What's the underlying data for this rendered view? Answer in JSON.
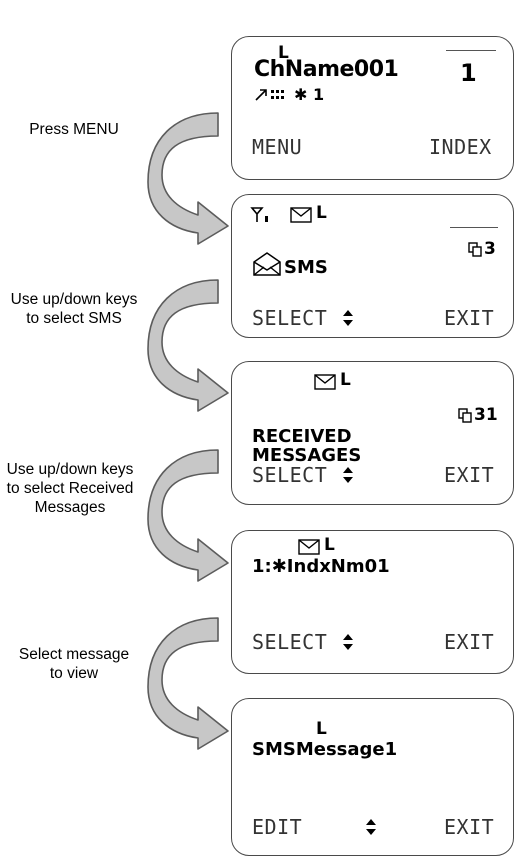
{
  "steps": [
    {
      "label": "Press MENU"
    },
    {
      "label": "Use up/down keys to select SMS"
    },
    {
      "label": "Use up/down keys to select Received Messages"
    },
    {
      "label": "Select message to view"
    }
  ],
  "screens": [
    {
      "l_marker": "L",
      "channel_name": "ChName001",
      "channel_number": "1",
      "status_text": "✱ 1",
      "left_softkey": "MENU",
      "right_softkey": "INDEX"
    },
    {
      "l_marker": "L",
      "counter": "3",
      "menu_item": "SMS",
      "left_softkey": "SELECT",
      "right_softkey": "EXIT"
    },
    {
      "l_marker": "L",
      "counter": "31",
      "menu_line1": "RECEIVED",
      "menu_line2": "MESSAGES",
      "left_softkey": "SELECT",
      "right_softkey": "EXIT"
    },
    {
      "l_marker": "L",
      "message_entry": "1:✱IndxNm01",
      "left_softkey": "SELECT",
      "right_softkey": "EXIT"
    },
    {
      "l_marker": "L",
      "message_text": "SMSMessage1",
      "left_softkey": "EDIT",
      "right_softkey": "EXIT"
    }
  ],
  "colors": {
    "arrow_fill": "#c7c7c7",
    "arrow_stroke": "#5c5c5c",
    "screen_border": "#4a4a4a"
  }
}
